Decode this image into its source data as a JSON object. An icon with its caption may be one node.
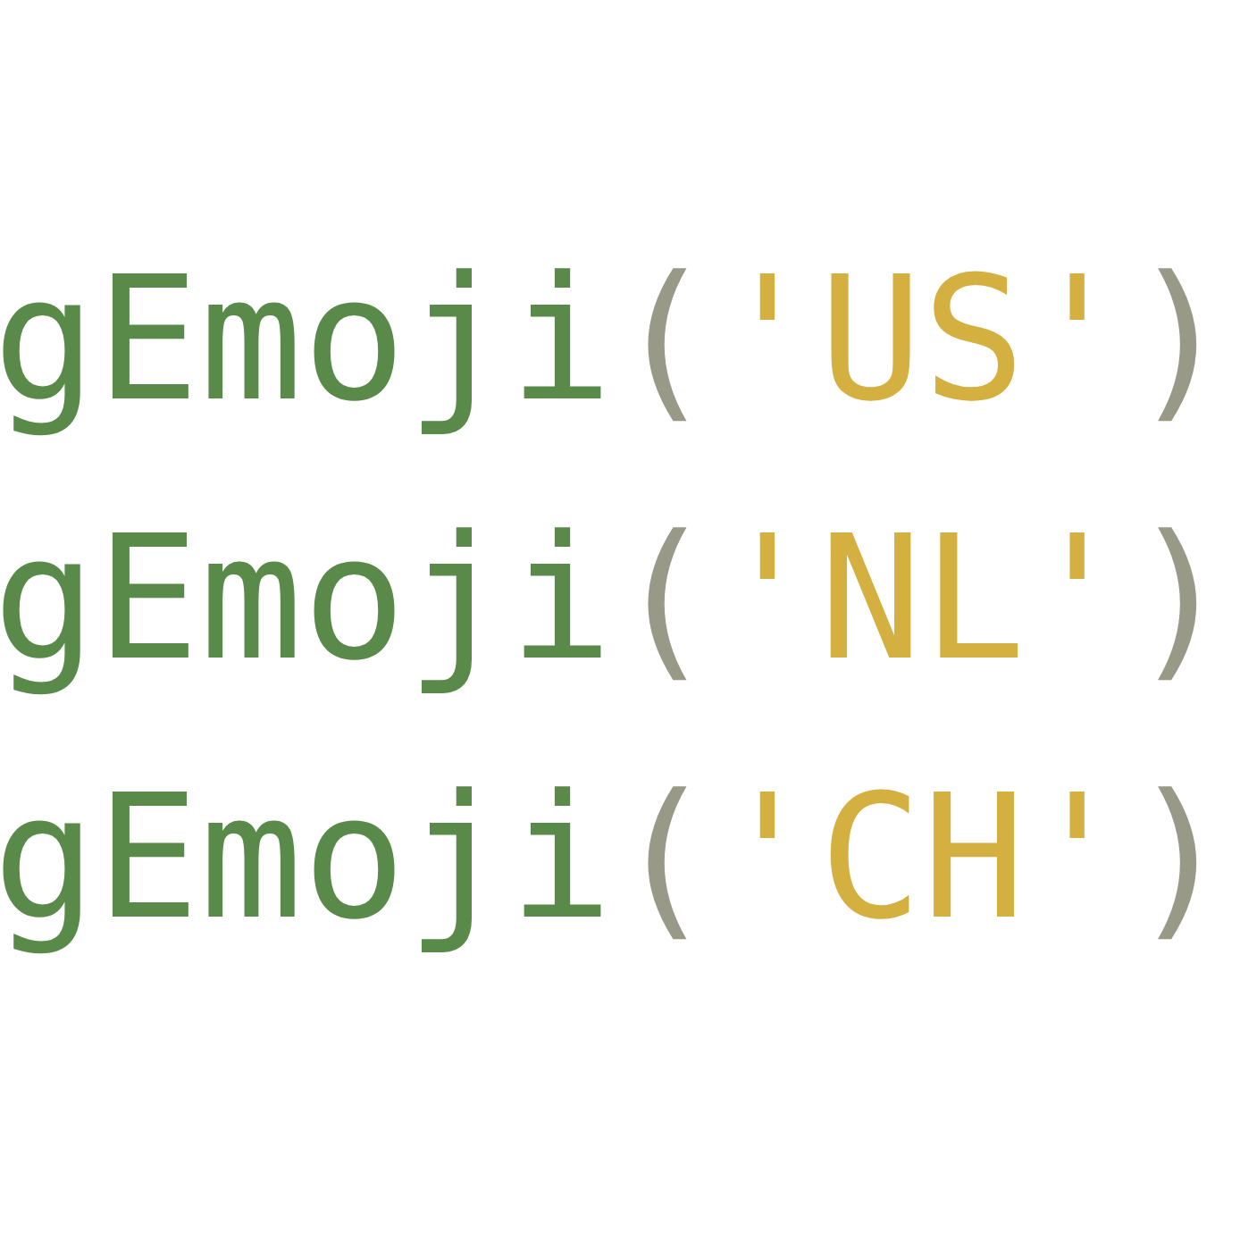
{
  "diagram": {
    "labels": [
      "gEmoji('US')",
      "gEmoji('NL')",
      "gEmoji('CH')"
    ]
  }
}
